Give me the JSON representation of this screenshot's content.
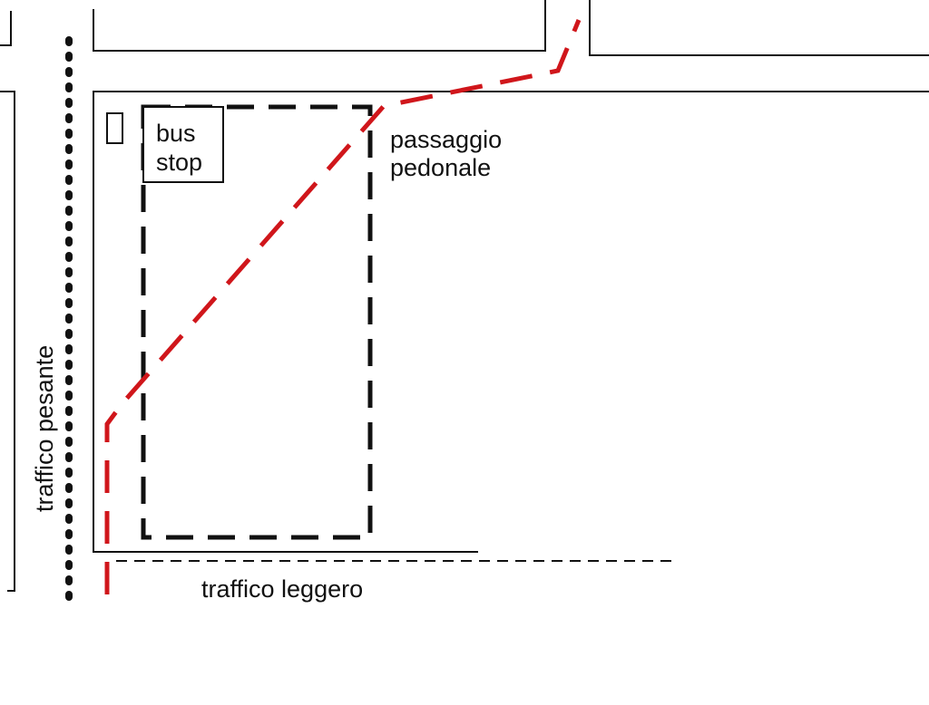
{
  "labels": {
    "bus_stop_line1": "bus",
    "bus_stop_line2": "stop",
    "crossing_line1": "passaggio",
    "crossing_line2": "pedonale",
    "heavy_traffic": "traffico pesante",
    "light_traffic": "traffico leggero"
  },
  "colors": {
    "ink": "#111111",
    "pedestrian_path": "#d0161b",
    "background": "#ffffff"
  },
  "legend_icons": {
    "heavy_traffic_line": "thick-dotted-line",
    "light_traffic_line": "thin-dashed-line",
    "pedestrian_path": "red-dashed-line",
    "bus_zone": "black-dashed-rectangle"
  }
}
